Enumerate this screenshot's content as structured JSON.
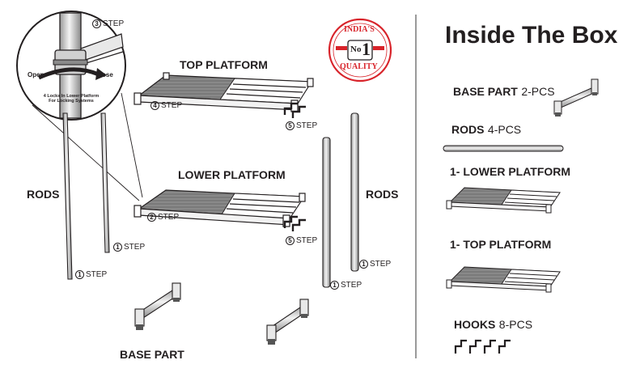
{
  "left": {
    "labels": {
      "top_platform": "TOP PLATFORM",
      "lower_platform": "LOWER PLATFORM",
      "rods_left": "RODS",
      "rods_right": "RODS",
      "base_part": "BASE PART"
    },
    "steps": {
      "s3": {
        "num": "3",
        "text": "STEP"
      },
      "s4": {
        "num": "4",
        "text": "STEP"
      },
      "s5a": {
        "num": "5",
        "text": "STEP"
      },
      "s2": {
        "num": "2",
        "text": "STEP"
      },
      "s5b": {
        "num": "5",
        "text": "STEP"
      },
      "s1a": {
        "num": "1",
        "text": "STEP"
      },
      "s1b": {
        "num": "1",
        "text": "STEP"
      },
      "s1c": {
        "num": "1",
        "text": "STEP"
      },
      "s1d": {
        "num": "1",
        "text": "STEP"
      }
    },
    "zoom": {
      "open": "Open",
      "close": "Close",
      "note_line1": "4 Locks In Lower Platform",
      "note_line2": "For Locking Systems"
    },
    "badge": {
      "top": "INDIA'S",
      "no": "No",
      "one": "1",
      "bottom": "QUALITY",
      "color": "#d8232a"
    }
  },
  "right": {
    "title": "Inside The Box",
    "items": [
      {
        "label": "BASE PART",
        "qty": "2-PCS"
      },
      {
        "label": "RODS",
        "qty": "4-PCS"
      },
      {
        "label": "1- LOWER PLATFORM",
        "qty": ""
      },
      {
        "label": "1- TOP PLATFORM",
        "qty": ""
      },
      {
        "label": "HOOKS",
        "qty": "8-PCS"
      }
    ]
  }
}
